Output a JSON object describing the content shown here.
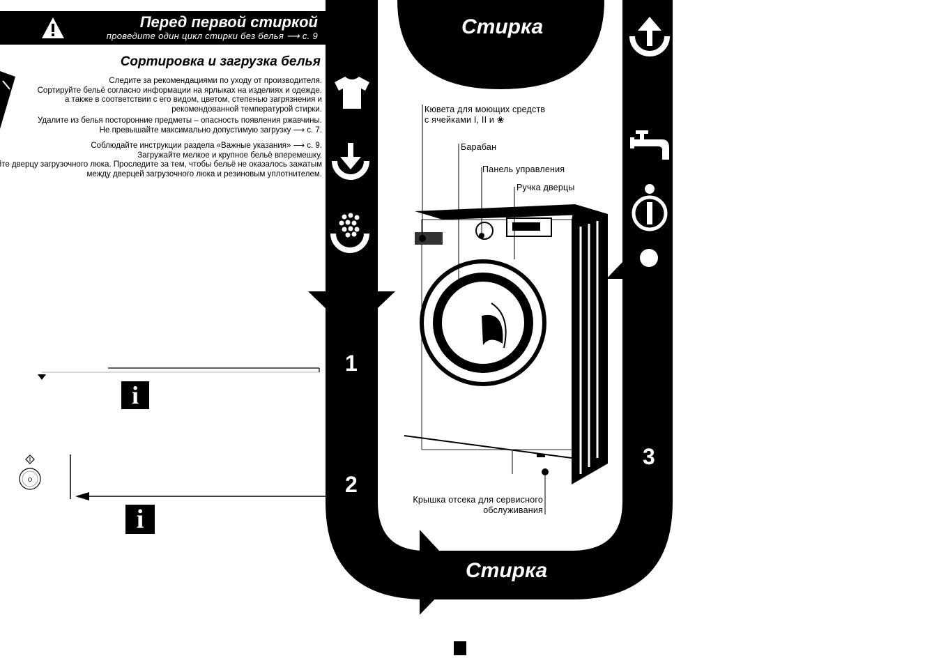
{
  "header": {
    "title": "Перед первой стиркой",
    "subtitle": "проведите один цикл стирки без белья ⟶ с. 9"
  },
  "section": {
    "title": "Сортировка и загрузка белья",
    "paragraphs": [
      [
        "Следите за рекомендациями по уходу от производителя.",
        "Сортируйте бельё согласно информации на ярлыках на изделиях и одежде.",
        "а также в соответствии с его видом, цветом, степенью загрязнения и",
        "рекомендованной температурой стирки."
      ],
      [
        "Удалите из белья посторонние предметы – опасность появления ржавчины.",
        "Не превышайте максимально допустимую загрузку ⟶ с. 7."
      ],
      [
        "Соблюдайте инструкции раздела «Важные указания» ⟶ с. 9.",
        "Загружайте мелкое и крупное бельё вперемешку.",
        "кройте дверцу загрузочного люка. Проследите за тем, чтобы бельё не оказалось зажатым",
        "между дверцей загрузочного люка и резиновым уплотнителем."
      ]
    ]
  },
  "track": {
    "top_word": "Стирка",
    "bottom_word": "Стирка",
    "steps": [
      "1",
      "2",
      "3"
    ]
  },
  "machine_labels": {
    "detergent": [
      "Кювета для моющих средств",
      "с ячейками I, II и ❀"
    ],
    "drum": "Барабан",
    "control_panel": "Панель управления",
    "door_handle": "Ручка дверцы",
    "service_cover": [
      "Крышка отсека для сервисного",
      "обслуживания"
    ]
  },
  "info_glyph": "i",
  "icons": [
    "warning-icon",
    "shirt-icon",
    "download-arrow-icon",
    "detergent-dots-icon",
    "upload-arrow-icon",
    "faucet-icon",
    "info-circle-icon",
    "dot-icon",
    "start-button-icon"
  ],
  "colors": {
    "ink": "#000000",
    "paper": "#ffffff"
  }
}
